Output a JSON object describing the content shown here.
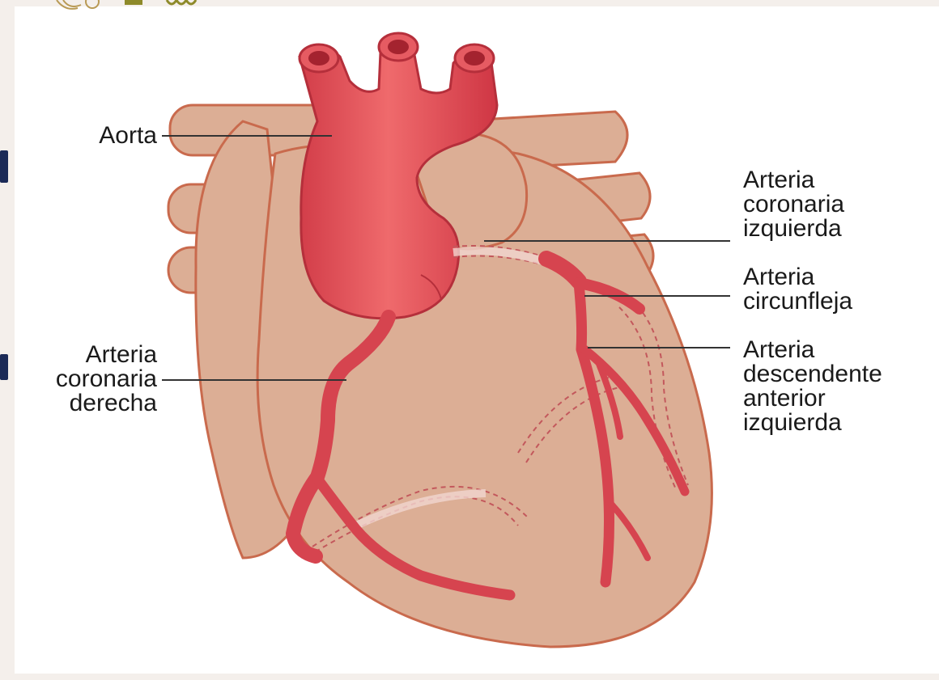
{
  "colors": {
    "background": "#f4efeb",
    "panel": "#ffffff",
    "heart_tissue": "#dcae95",
    "heart_outline": "#c96a4d",
    "artery": "#d6444f",
    "artery_dark": "#b52f3b",
    "leader_line": "#333333"
  },
  "labels": {
    "aorta": "Aorta",
    "left_coronary": [
      "Arteria",
      "coronaria",
      "izquierda"
    ],
    "circumflex": [
      "Arteria",
      "circunfleja"
    ],
    "lad": [
      "Arteria",
      "descendente",
      "anterior",
      "izquierda"
    ],
    "right_coronary": [
      "Arteria",
      "coronaria",
      "derecha"
    ]
  }
}
